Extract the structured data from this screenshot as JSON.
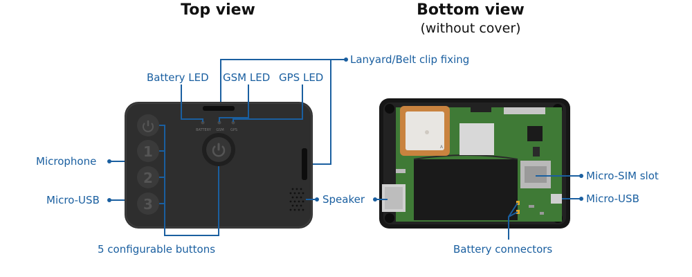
{
  "titles": {
    "top_view": "Top view",
    "bottom_view": "Bottom view",
    "bottom_view_sub": "(without cover)"
  },
  "device_markings": {
    "battery": "BATTERY",
    "gsm": "GSM",
    "gps": "GPS",
    "buttons": [
      "1",
      "2",
      "3"
    ],
    "pcb_mark": "A"
  },
  "labels": {
    "battery_led": "Battery LED",
    "gsm_led": "GSM LED",
    "gps_led": "GPS LED",
    "lanyard": "Lanyard/Belt clip fixing",
    "microphone": "Microphone",
    "micro_usb_left": "Micro-USB",
    "speaker": "Speaker",
    "buttons": "5 configurable buttons",
    "micro_sim": "Micro-SIM slot",
    "micro_usb_right": "Micro-USB",
    "battery_connectors": "Battery connectors"
  },
  "colors": {
    "callout": "#1a5fa0",
    "device_body": "#2e2e2e",
    "pcb": "#3f7a36"
  }
}
